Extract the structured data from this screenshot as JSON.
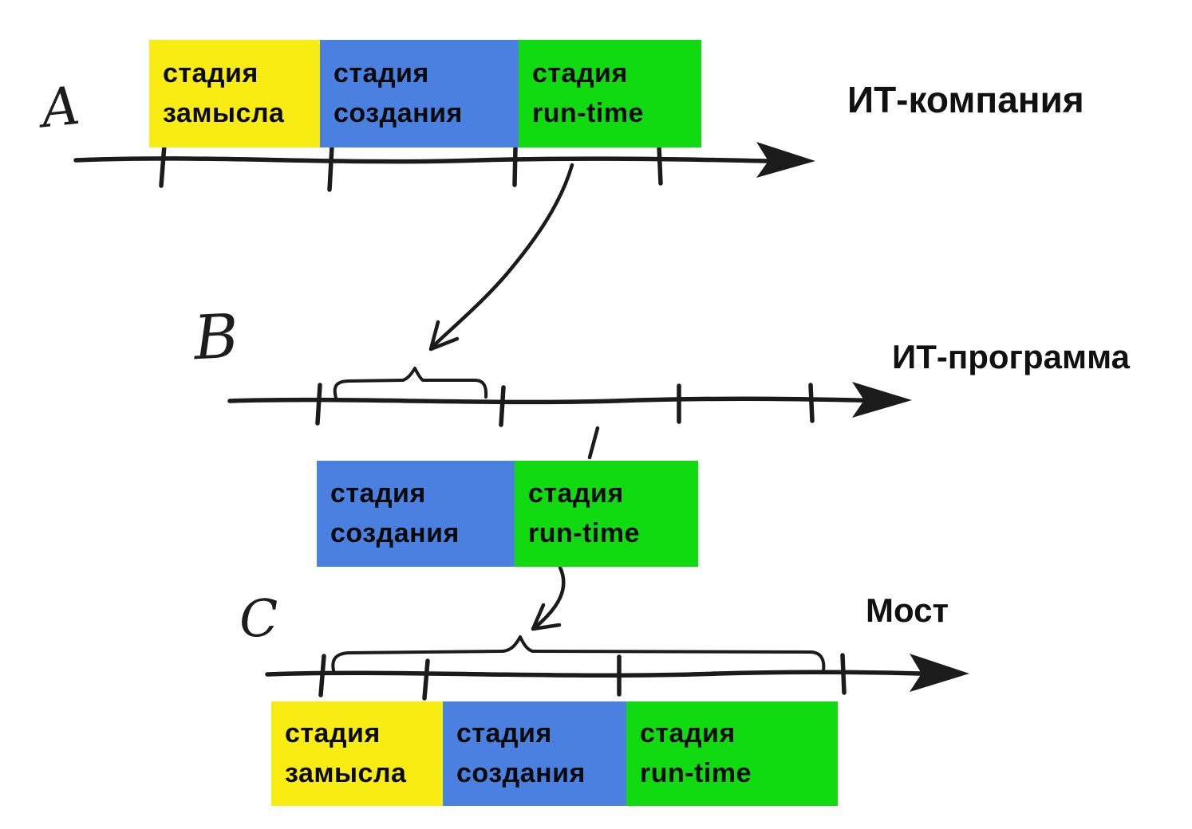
{
  "colors": {
    "stage_yellow": "#F8EC12",
    "stage_blue": "#4A80E0",
    "stage_green": "#10DB10",
    "ink": "#1B1B1B"
  },
  "timelines": {
    "a": {
      "letter": "A",
      "title": "ИТ-компания",
      "stages": [
        {
          "line1": "стадия",
          "line2": "замысла"
        },
        {
          "line1": "стадия",
          "line2": "создания"
        },
        {
          "line1": "стадия",
          "line2": "run-time"
        }
      ]
    },
    "b": {
      "letter": "B",
      "title": "ИТ-программа",
      "stages": [
        {
          "line1": "стадия",
          "line2": "создания"
        },
        {
          "line1": "стадия",
          "line2": "run-time"
        }
      ]
    },
    "c": {
      "letter": "C",
      "title": "Мост",
      "stages": [
        {
          "line1": "стадия",
          "line2": "замысла"
        },
        {
          "line1": "стадия",
          "line2": "создания"
        },
        {
          "line1": "стадия",
          "line2": "run-time"
        }
      ]
    }
  }
}
